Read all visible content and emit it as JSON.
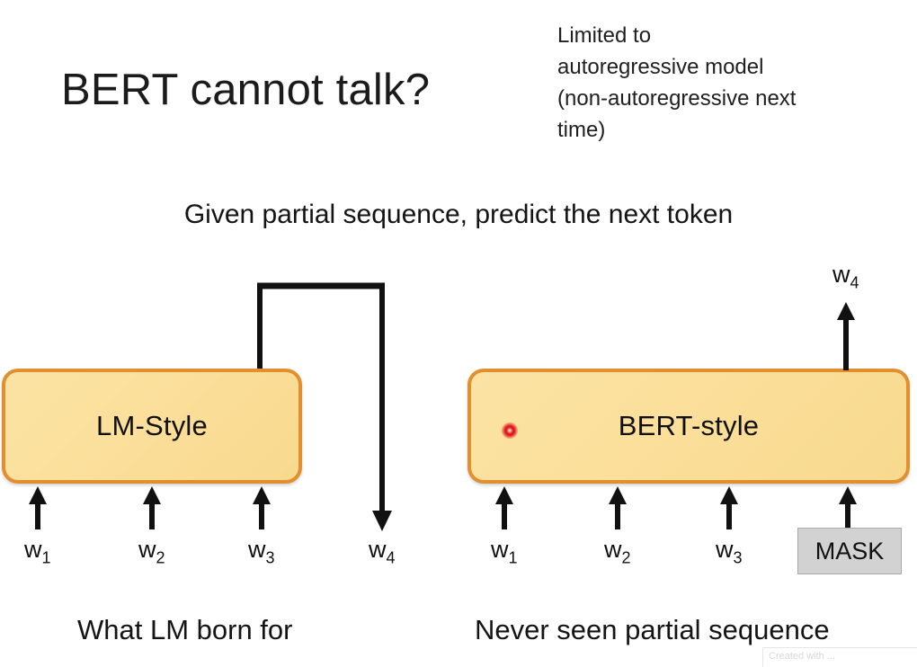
{
  "slide": {
    "title": "BERT cannot talk?",
    "note_lines": [
      "Limited to",
      "autoregressive model",
      "(non-autoregressive next",
      "time)"
    ],
    "subtitle": "Given partial sequence, predict the next token",
    "captions": {
      "left": "What LM born for",
      "right": "Never seen partial sequence"
    },
    "watermark": "Created with ..."
  },
  "diagram": {
    "left_model": {
      "label": "LM-Style",
      "inputs": [
        "w",
        "w",
        "w"
      ],
      "input_subscripts": [
        "1",
        "2",
        "3"
      ],
      "output_label": "w",
      "output_subscript": "4"
    },
    "right_model": {
      "label": "BERT-style",
      "inputs": [
        "w",
        "w",
        "w"
      ],
      "input_subscripts": [
        "1",
        "2",
        "3"
      ],
      "mask_token": "MASK",
      "output_label": "w",
      "output_subscript": "4"
    }
  },
  "colors": {
    "box_border": "#e2902f",
    "box_fill_start": "#fbe3a4",
    "box_fill_end": "#f8d98e",
    "mask_fill": "#d2d2d2",
    "mask_border": "#a9a9a9",
    "laser_dot": "#e01b1b",
    "arrow": "#111111",
    "text": "#141414",
    "background": "#ffffff"
  }
}
